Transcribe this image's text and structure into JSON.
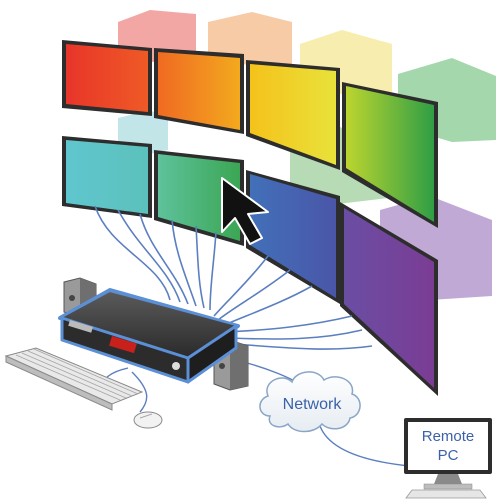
{
  "network": {
    "label": "Network"
  },
  "remote_pc": {
    "line1": "Remote",
    "line2": "PC"
  },
  "colors": {
    "red": "#e8352a",
    "orange": "#ef8a1f",
    "yellow": "#f4d21c",
    "green": "#49a94a",
    "cyan": "#5ec5cc",
    "blue": "#3f69b7",
    "purple": "#6d3f97",
    "cable": "#5b7fc0",
    "kvm_body": "#3a3a3a",
    "label_text": "#3b62a8"
  },
  "icons": {
    "mouse_pointer": "mouse-pointer-icon",
    "kvm_switch": "kvm-switch-icon",
    "keyboard": "keyboard-icon",
    "mouse": "mouse-icon",
    "speaker": "speaker-icon",
    "cloud": "cloud-icon",
    "remote_monitor": "remote-pc-icon"
  }
}
